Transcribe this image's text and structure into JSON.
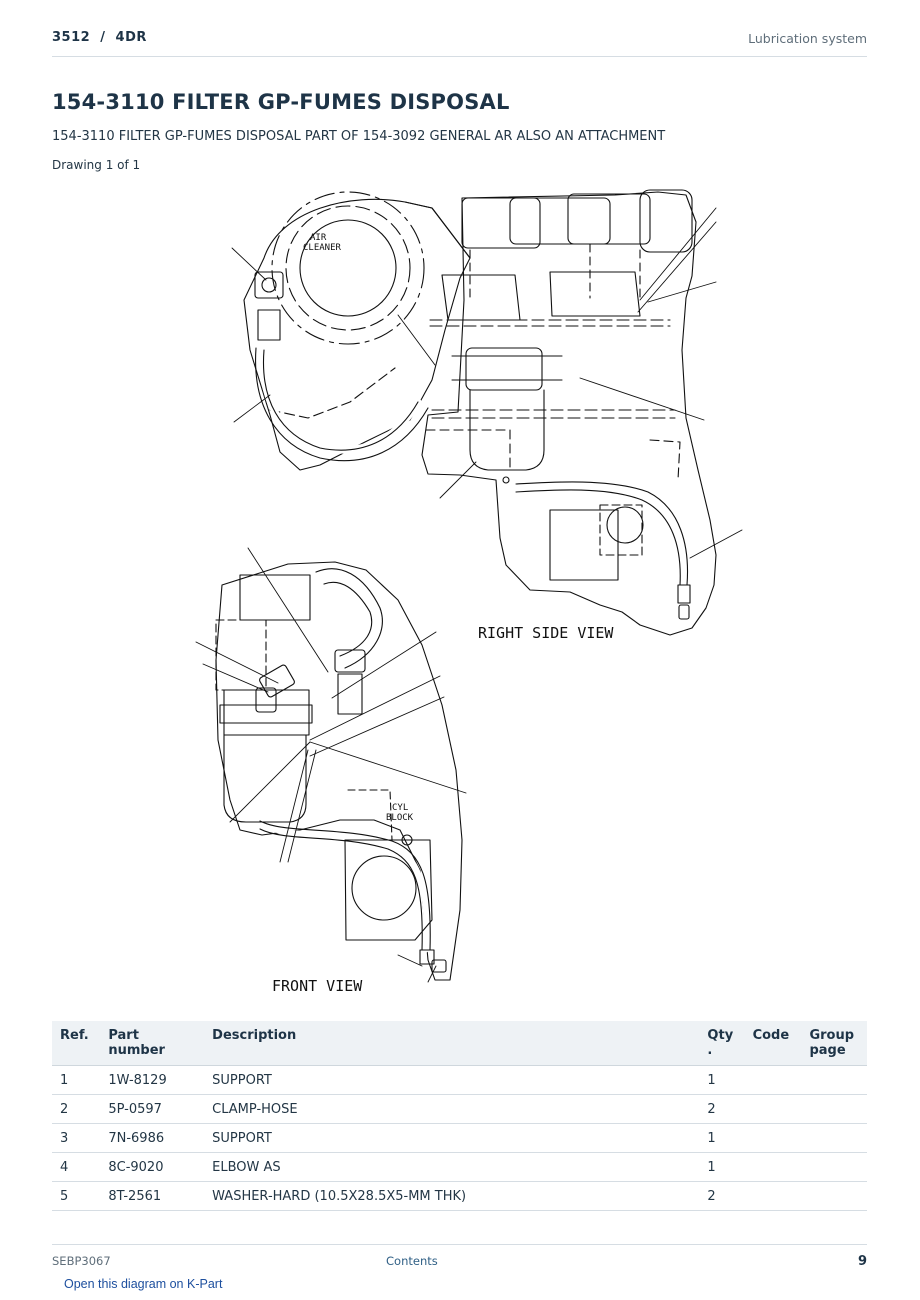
{
  "header": {
    "model": "3512  /  4DR",
    "section": "Lubrication system"
  },
  "title": "154-3110 FILTER GP-FUMES DISPOSAL",
  "subtitle": "154-3110 FILTER GP-FUMES DISPOSAL PART OF 154-3092 GENERAL AR ALSO AN ATTACHMENT",
  "drawing_label": "Drawing 1 of 1",
  "diagram": {
    "labels": {
      "air": "AIR",
      "cleaner": "CLEANER",
      "right_side_view": "RIGHT SIDE VIEW",
      "cyl": "CYL",
      "block": "BLOCK",
      "front_view": "FRONT VIEW"
    }
  },
  "table": {
    "headers": {
      "ref": "Ref.",
      "part_number": "Part number",
      "description": "Description",
      "qty": "Qty .",
      "code": "Code",
      "group_page": "Group page"
    },
    "rows": [
      {
        "ref": "1",
        "part_number": "1W-8129",
        "description": "SUPPORT",
        "qty": "1",
        "code": "",
        "group_page": ""
      },
      {
        "ref": "2",
        "part_number": "5P-0597",
        "description": "CLAMP-HOSE",
        "qty": "2",
        "code": "",
        "group_page": ""
      },
      {
        "ref": "3",
        "part_number": "7N-6986",
        "description": "SUPPORT",
        "qty": "1",
        "code": "",
        "group_page": ""
      },
      {
        "ref": "4",
        "part_number": "8C-9020",
        "description": "ELBOW AS",
        "qty": "1",
        "code": "",
        "group_page": ""
      },
      {
        "ref": "5",
        "part_number": "8T-2561",
        "description": "WASHER-HARD (10.5X28.5X5-MM THK)",
        "qty": "2",
        "code": "",
        "group_page": ""
      }
    ]
  },
  "footer": {
    "doc_id": "SEBP3067",
    "contents_link": "Contents",
    "page_number": "9"
  },
  "kpart_link": "Open this diagram on K-Part"
}
